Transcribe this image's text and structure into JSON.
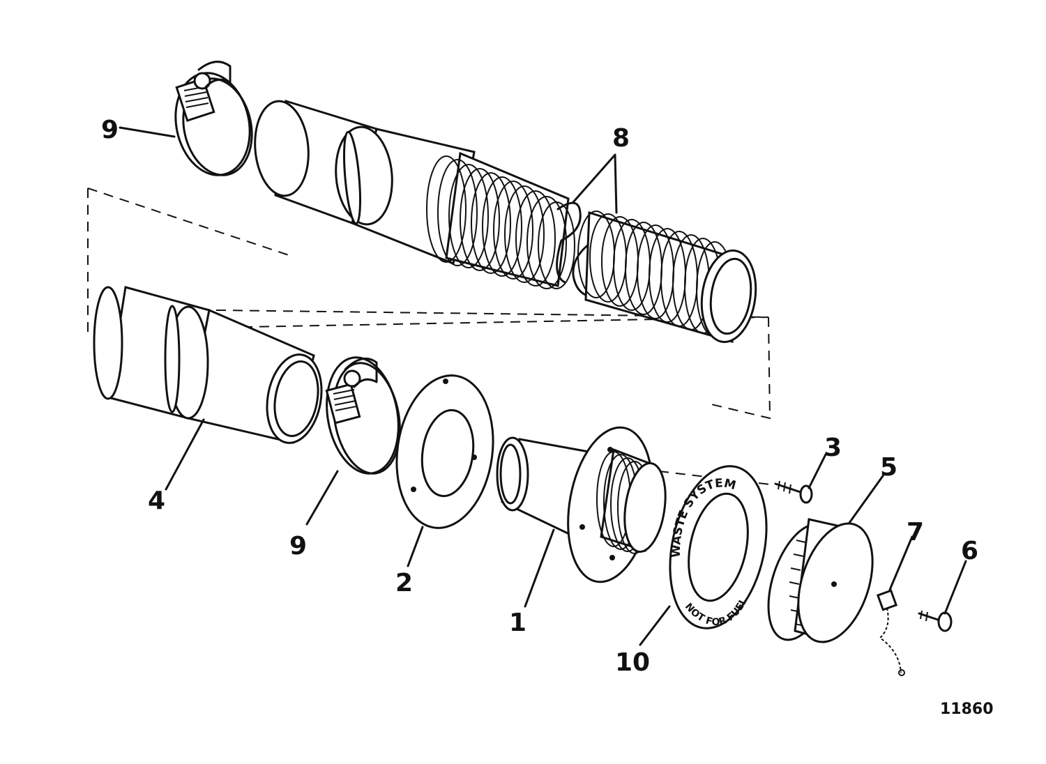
{
  "callouts": {
    "c1": "1",
    "c2": "2",
    "c3": "3",
    "c4": "4",
    "c5": "5",
    "c6": "6",
    "c7": "7",
    "c8": "8",
    "c9_top": "9",
    "c9_bottom": "9",
    "c10": "10"
  },
  "plaque": {
    "top_text": "WASTE SYSTEM",
    "bottom_text": "NOT FOR FUEL"
  },
  "figure_number": "11860"
}
